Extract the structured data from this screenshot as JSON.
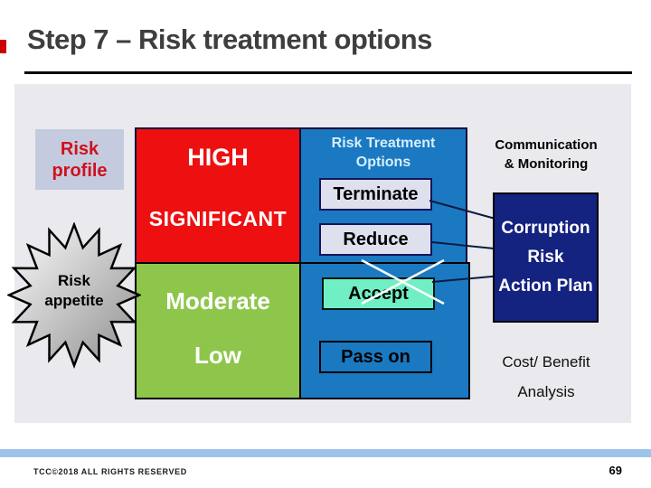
{
  "slide": {
    "title": "Step 7 – Risk treatment options",
    "footer": {
      "copyright": "TCC©2018 ALL RIGHTS RESERVED",
      "page_number": "69"
    }
  },
  "risk_profile": {
    "line1": "Risk",
    "line2": "profile"
  },
  "risk_appetite": {
    "line1": "Risk",
    "line2": "appetite"
  },
  "matrix": {
    "high": "HIGH",
    "significant": "SIGNIFICANT",
    "moderate": "Moderate",
    "low": "Low"
  },
  "treatment": {
    "header_line1": "Risk Treatment",
    "header_line2": "Options",
    "options": [
      "Terminate",
      "Reduce",
      "Accept",
      "Pass on"
    ]
  },
  "monitoring": {
    "line1": "Communication",
    "line2": "& Monitoring"
  },
  "action_plan": {
    "line1": "Corruption",
    "line2": "Risk",
    "line3": "Action Plan"
  },
  "cost_benefit": {
    "line1": "Cost/ Benefit",
    "line2": "Analysis"
  },
  "colors": {
    "risk_red": "#ee1010",
    "treatment_blue": "#1b79c2",
    "moderate_green": "#8ec64c",
    "accept_mint": "#70efc5",
    "action_plan_navy": "#142280",
    "panel_bg": "#e9e9ee",
    "profile_label_bg": "#c5cbdf",
    "footer_bar_blue": "#9cc4eb",
    "title_gray": "#3e3e3e"
  }
}
